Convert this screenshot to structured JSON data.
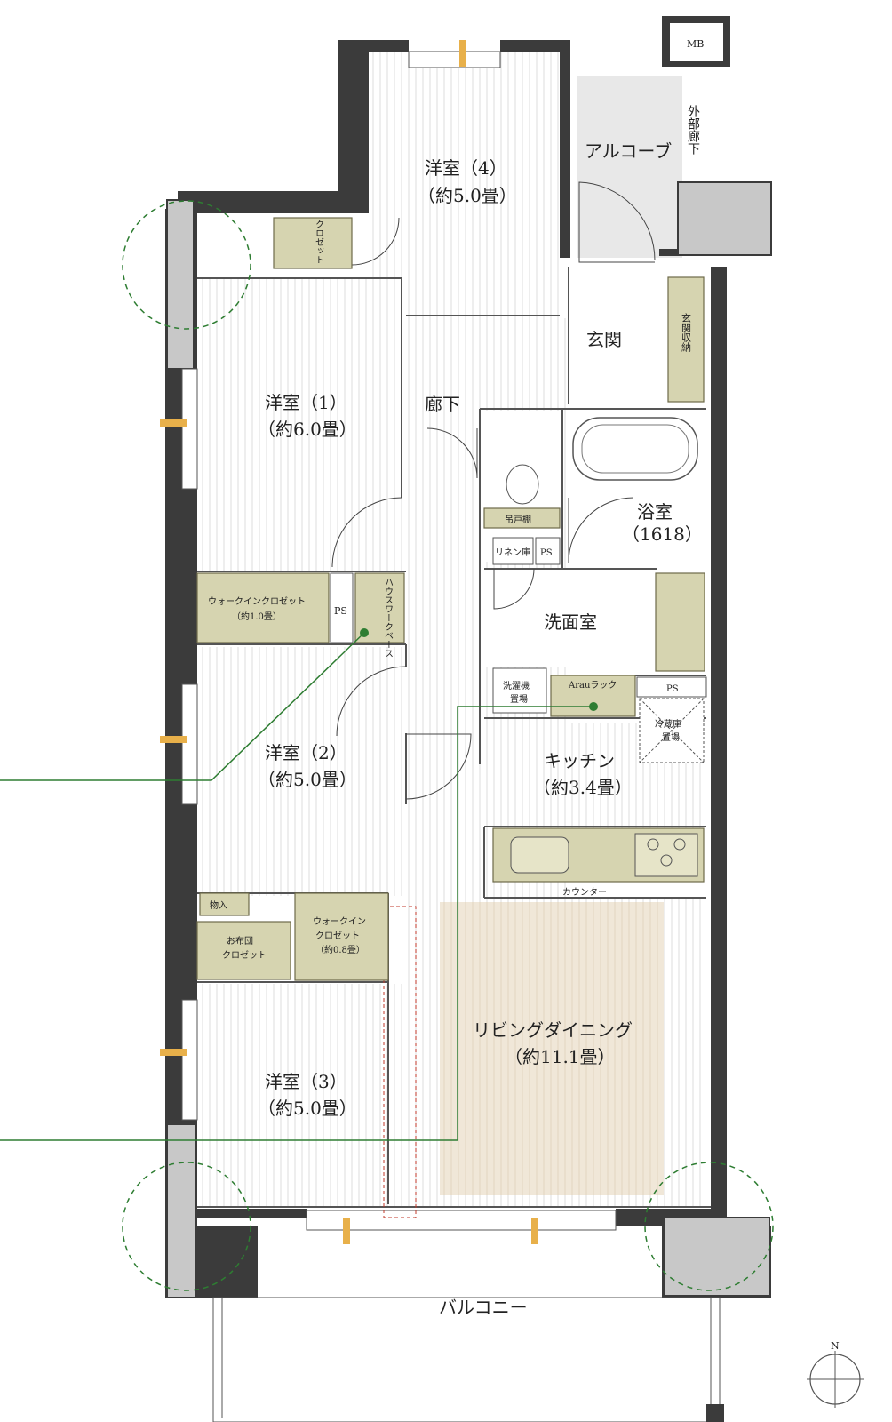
{
  "rooms": {
    "room4": {
      "name": "洋室（4）",
      "size": "（約5.0畳）"
    },
    "room1": {
      "name": "洋室（1）",
      "size": "（約6.0畳）"
    },
    "room2": {
      "name": "洋室（2）",
      "size": "（約5.0畳）"
    },
    "room3": {
      "name": "洋室（3）",
      "size": "（約5.0畳）"
    },
    "ldk": {
      "name": "リビングダイニング",
      "size": "（約11.1畳）"
    },
    "kitchen": {
      "name": "キッチン",
      "size": "（約3.4畳）"
    },
    "bath": {
      "name": "浴室",
      "size": "（1618）"
    },
    "washroom": {
      "name": "洗面室"
    },
    "entrance": {
      "name": "玄関"
    },
    "hallway": {
      "name": "廊下"
    },
    "alcove": {
      "name": "アルコーブ"
    },
    "balcony": {
      "name": "バルコニー"
    },
    "outer_corridor": {
      "name": "外部廊下"
    }
  },
  "storage": {
    "closet": "クロゼット",
    "entrance_storage": "玄関収納",
    "walkin1_a": "ウォークインクロゼット",
    "walkin1_b": "（約1.0畳）",
    "housework": "ハウスワークベース",
    "ps1": "PS",
    "ps2": "PS",
    "ps3": "PS",
    "linen": "リネン庫",
    "hanging_shelf": "吊戸棚",
    "washer_a": "洗濯機",
    "washer_b": "置場",
    "arau": "Arauラック",
    "fridge_a": "冷蔵庫",
    "fridge_b": "置場",
    "counter": "カウンター",
    "storage_small": "物入",
    "walkin2_a": "ウォークイン",
    "walkin2_b": "クロゼット",
    "walkin2_c": "（約0.8畳）",
    "futon_a": "お布団",
    "futon_b": "クロゼット",
    "mb": "MB"
  },
  "compass": {
    "north": "N"
  },
  "colors": {
    "wall": "#3b3b3b",
    "closet": "#d6d4b0",
    "ldk_highlight": "#efe6d6",
    "leader": "#2e7d32",
    "tree": "#2e7d32",
    "dash_red": "#c0392b"
  }
}
